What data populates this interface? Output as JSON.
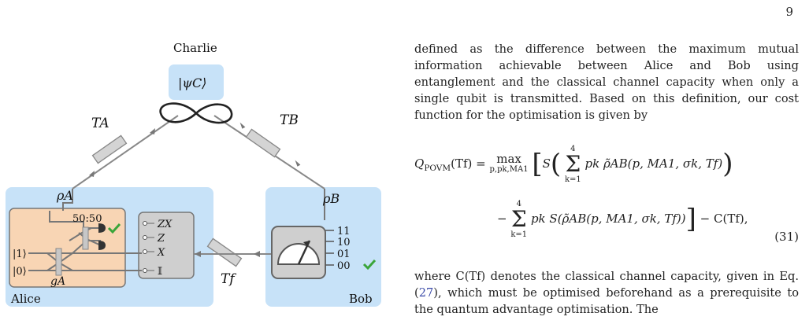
{
  "page_number": "9",
  "figure": {
    "charlie_label": "Charlie",
    "charlie_state": "|ψC⟩",
    "ta_label": "TA",
    "tb_label": "TB",
    "tf_label": "Tf",
    "rho_a": "ρA",
    "rho_b": "ρB",
    "splitter_label": "50:50",
    "ket_one": "|1⟩",
    "ket_zero": "|0⟩",
    "ga_label": "gA",
    "alice_label": "Alice",
    "bob_label": "Bob",
    "operations": [
      "ZX",
      "Z",
      "X",
      "𝕀"
    ],
    "outcomes": [
      "11",
      "10",
      "01",
      "00"
    ],
    "colors": {
      "panel_blue": "#c7e2f8",
      "alice_inner": "#f8d5b4",
      "gray_box": "#cfcfcf",
      "check_green": "#3aa53a"
    }
  },
  "text": {
    "para1": "defined as the difference between the maximum mutual information achievable between Alice and Bob using entanglement and the classical channel capacity when only a single qubit is transmitted. Based on this definition, our cost function for the optimisation is given by",
    "eq_lhs": "Q",
    "eq_lhs_sub": "POVM",
    "eq_lhs_arg": "(Tf) = ",
    "eq_max": "max",
    "eq_max_sub": "p,pk,MA1",
    "eq_s1": "S",
    "eq_sum_top": "4",
    "eq_sum_bot": "k=1",
    "eq_term1": "pk ρ̃AB(p, MA1, σk, Tf)",
    "eq_term2": "pk S(ρ̃AB(p, MA1, σk, Tf))",
    "eq_tail": "− C(Tf),",
    "eq_number": "(31)",
    "para2_a": "where C(Tf) denotes the classical channel capacity, given in Eq. (",
    "para2_ref": "27",
    "para2_b": "), which must be optimised beforehand as a prerequisite to the quantum advantage optimisation. The"
  }
}
